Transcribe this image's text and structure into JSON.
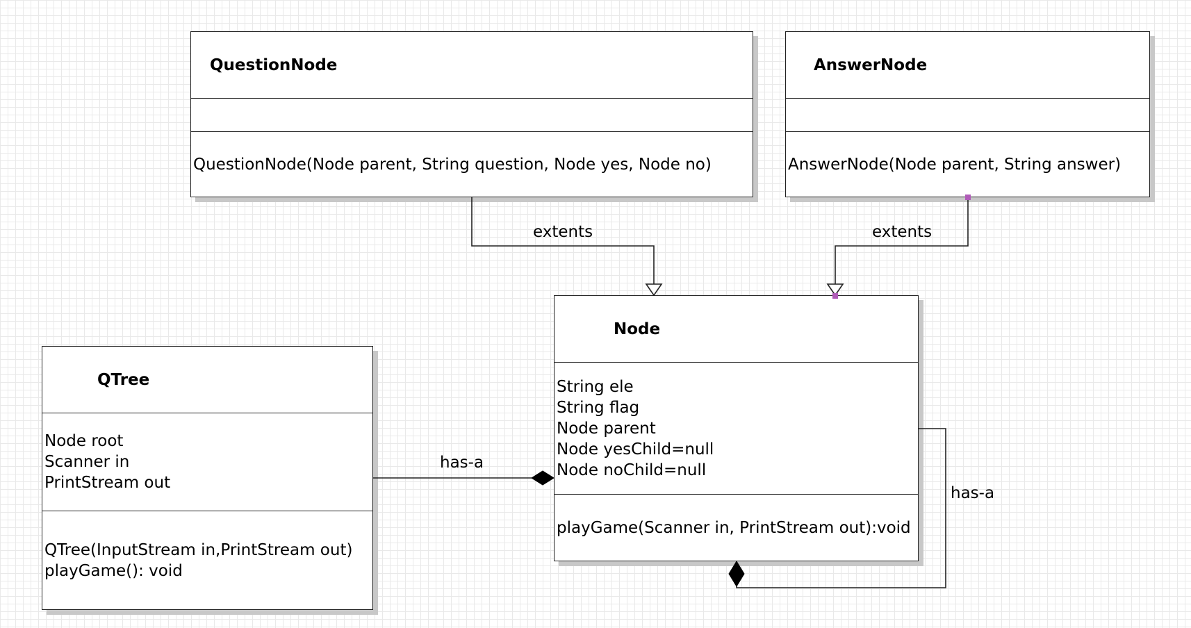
{
  "question_node": {
    "name": "QuestionNode",
    "attributes": [],
    "operations": [
      "QuestionNode(Node parent, String question, Node yes, Node no)"
    ]
  },
  "answer_node": {
    "name": "AnswerNode",
    "attributes": [],
    "operations": [
      "AnswerNode(Node parent, String answer)"
    ]
  },
  "node": {
    "name": "Node",
    "attributes": [
      "String ele",
      "String flag",
      "Node parent",
      "Node yesChild=null",
      "Node noChild=null"
    ],
    "operations": [
      "playGame(Scanner in, PrintStream out):void"
    ]
  },
  "qtree": {
    "name": "QTree",
    "attributes": [
      "Node root",
      "Scanner in",
      "PrintStream out"
    ],
    "operations": [
      "QTree(InputStream in,PrintStream out)",
      "playGame(): void"
    ]
  },
  "relations": {
    "question_extends_label": "extents",
    "answer_extends_label": "extents",
    "qtree_has_a_label": "has-a",
    "node_self_has_a_label": "has-a"
  },
  "colors": {
    "line": "#222222",
    "shadow": "#c8c8c8",
    "grid": "#e9e9e9",
    "handle": "#b05bb8"
  }
}
